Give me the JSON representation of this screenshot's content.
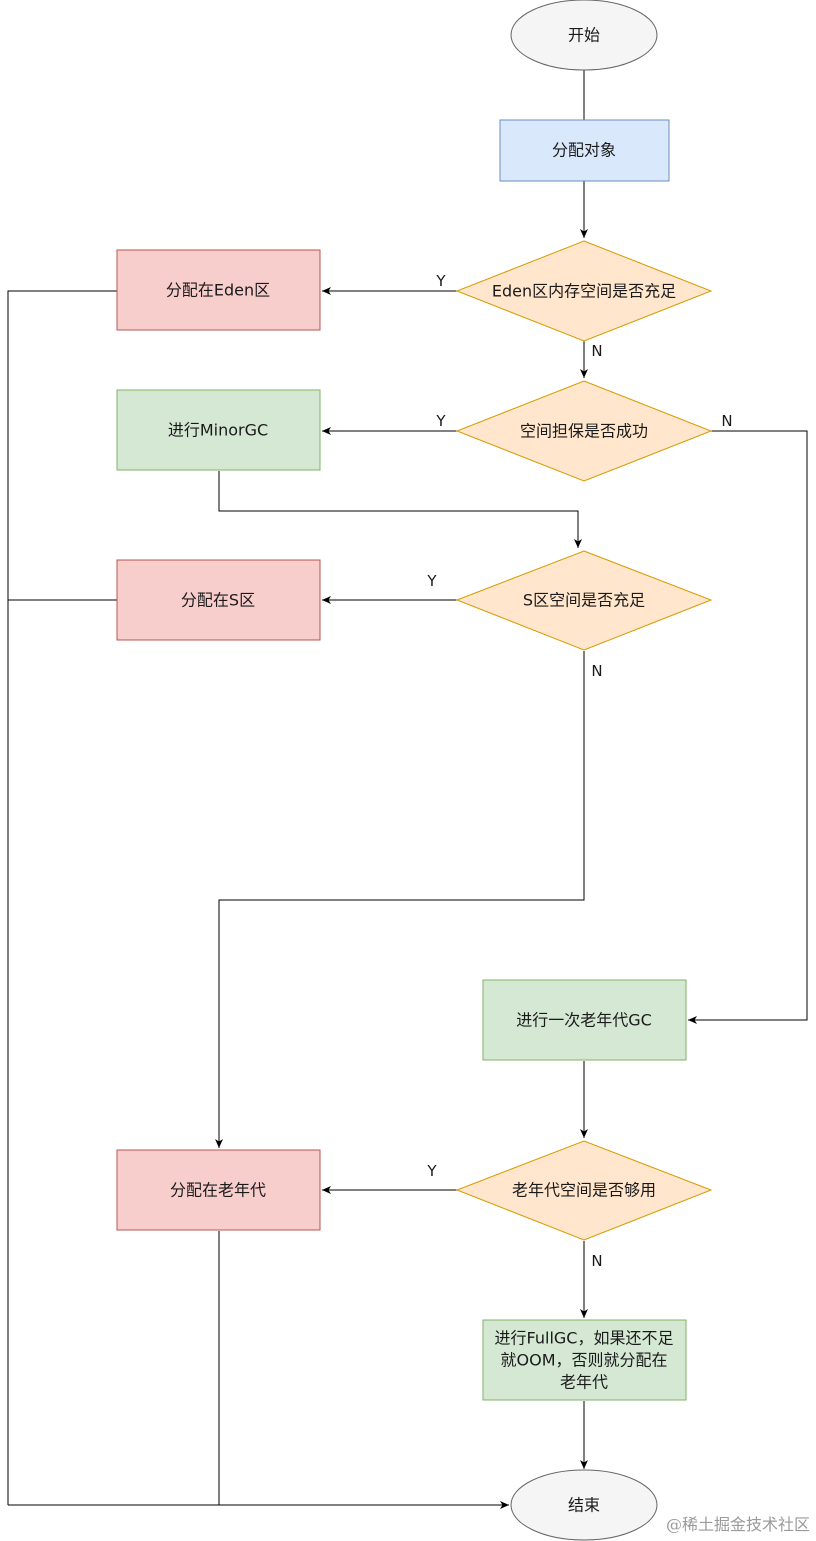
{
  "nodes": {
    "start": {
      "label": "开始"
    },
    "alloc_object": {
      "label": "分配对象"
    },
    "eden_check": {
      "label": "Eden区内存空间是否充足"
    },
    "alloc_eden": {
      "label": "分配在Eden区"
    },
    "space_guarantee": {
      "label": "空间担保是否成功"
    },
    "minor_gc": {
      "label": "进行MinorGC"
    },
    "s_check": {
      "label": "S区空间是否充足"
    },
    "alloc_s": {
      "label": "分配在S区"
    },
    "old_gc": {
      "label": "进行一次老年代GC"
    },
    "old_check": {
      "label": "老年代空间是否够用"
    },
    "alloc_old": {
      "label": "分配在老年代"
    },
    "full_gc": {
      "lines": [
        "进行FullGC，如果还不足",
        "就OOM，否则就分配在",
        "老年代"
      ]
    },
    "end": {
      "label": "结束"
    }
  },
  "edge_labels": {
    "yes": "Y",
    "no": "N"
  },
  "watermark": "@稀土掘金技术社区",
  "colors": {
    "blue_fill": "#dae8fc",
    "blue_stroke": "#6c8ebf",
    "red_fill": "#f8cecc",
    "red_stroke": "#b85450",
    "green_fill": "#d5e8d4",
    "green_stroke": "#82b366",
    "orange_fill": "#ffe6cc",
    "orange_stroke": "#d79b00",
    "gray_fill": "#f5f5f5",
    "gray_stroke": "#666666"
  }
}
